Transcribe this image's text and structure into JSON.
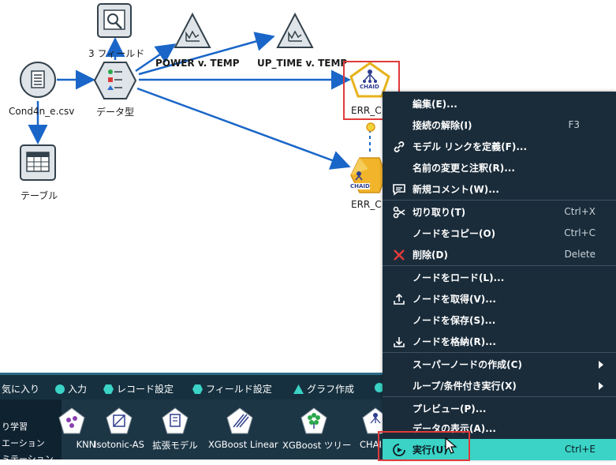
{
  "canvas": {
    "nodes": {
      "source": {
        "label": "Cond4n_e.csv"
      },
      "type": {
        "label": "データ型"
      },
      "fields3": {
        "label": "3 フィールド"
      },
      "table": {
        "label": "テーブル"
      },
      "graph1": {
        "label": "POWER v. TEMP"
      },
      "graph2": {
        "label": "UP_TIME v. TEMP"
      },
      "chaid_model": {
        "label": "ERR_C",
        "badge": "CHAID"
      },
      "chaid_nugget": {
        "label": "ERR_C",
        "badge": "CHAID"
      }
    }
  },
  "palette": {
    "tabs": [
      {
        "label": "気に入り",
        "icon": "none"
      },
      {
        "label": "入力",
        "icon": "circle-icon"
      },
      {
        "label": "レコード設定",
        "icon": "hexagon-icon"
      },
      {
        "label": "フィールド設定",
        "icon": "hexagon-icon"
      },
      {
        "label": "グラフ作成",
        "icon": "triangle-icon"
      }
    ],
    "side": [
      "り学習",
      "エーション",
      "ミテーション"
    ],
    "items": [
      {
        "label": "KNN"
      },
      {
        "label": "Isotonic-AS"
      },
      {
        "label": "拡張モデル"
      },
      {
        "label": "XGBoost Linear"
      },
      {
        "label": "XGBoost ツリー"
      },
      {
        "label": "CHAI"
      }
    ]
  },
  "context_menu": {
    "items": [
      {
        "label": "編集(E)...",
        "shortcut": "",
        "icon": "none"
      },
      {
        "label": "接続の解除(I)",
        "shortcut": "F3",
        "icon": "none"
      },
      {
        "label": "モデル リンクを定義(F)...",
        "shortcut": "",
        "icon": "link-icon"
      },
      {
        "label": "名前の変更と注釈(R)...",
        "shortcut": "",
        "icon": "none"
      },
      {
        "label": "新規コメント(W)...",
        "shortcut": "",
        "icon": "comment-icon"
      },
      {
        "label": "切り取り(T)",
        "shortcut": "Ctrl+X",
        "icon": "scissors-icon"
      },
      {
        "label": "ノードをコピー(O)",
        "shortcut": "Ctrl+C",
        "icon": "none"
      },
      {
        "label": "削除(D)",
        "shortcut": "Delete",
        "icon": "delete-x-icon"
      },
      {
        "label": "ノードをロード(L)...",
        "shortcut": "",
        "icon": "none"
      },
      {
        "label": "ノードを取得(V)...",
        "shortcut": "",
        "icon": "upload-icon"
      },
      {
        "label": "ノードを保存(S)...",
        "shortcut": "",
        "icon": "none"
      },
      {
        "label": "ノードを格納(R)...",
        "shortcut": "",
        "icon": "download-icon"
      },
      {
        "label": "スーパーノードの作成(C)",
        "shortcut": "",
        "icon": "none"
      },
      {
        "label": "ループ/条件付き実行(X)",
        "shortcut": "",
        "icon": "none"
      },
      {
        "label": "プレビュー(P)...",
        "shortcut": "",
        "icon": "none"
      },
      {
        "label": "データの表示(A)...",
        "shortcut": "",
        "icon": "none"
      },
      {
        "label": "実行(U)",
        "shortcut": "Ctrl+E",
        "icon": "run-icon"
      }
    ]
  }
}
